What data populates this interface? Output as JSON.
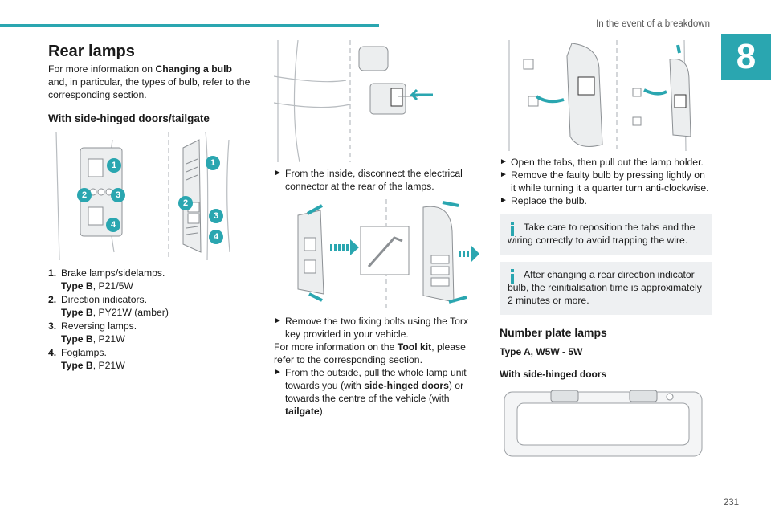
{
  "header": {
    "title": "In the event of a breakdown",
    "chapter": "8",
    "page": "231"
  },
  "col1": {
    "title": "Rear lamps",
    "intro_pre": "For more information on ",
    "intro_bold": "Changing a bulb",
    "intro_post": " and, in particular, the types of bulb, refer to the corresponding section.",
    "subheading": "With side-hinged doors/tailgate",
    "callouts": [
      "1",
      "2",
      "3",
      "4"
    ],
    "items": [
      {
        "num": "1.",
        "label": "Brake lamps/sidelamps.",
        "type": "Type B",
        "bulb": ", P21/5W"
      },
      {
        "num": "2.",
        "label": "Direction indicators.",
        "type": "Type B",
        "bulb": ", PY21W (amber)"
      },
      {
        "num": "3.",
        "label": "Reversing lamps.",
        "type": "Type B",
        "bulb": ", P21W"
      },
      {
        "num": "4.",
        "label": "Foglamps.",
        "type": "Type B",
        "bulb": ", P21W"
      }
    ]
  },
  "col2": {
    "step1": "From the inside, disconnect the electrical connector at the rear of the lamps.",
    "step2": "Remove the two fixing bolts using the Torx key provided in your vehicle.",
    "tool_pre": "For more information on the ",
    "tool_bold": "Tool kit",
    "tool_post": ", please refer to the corresponding section.",
    "step3_pre": "From the outside, pull the whole lamp unit towards you (with ",
    "step3_bold1": "side-hinged doors",
    "step3_mid": ") or towards the centre of the vehicle (with ",
    "step3_bold2": "tailgate",
    "step3_post": ")."
  },
  "col3": {
    "step1": "Open the tabs, then pull out the lamp holder.",
    "step2": "Remove the faulty bulb by pressing lightly on it while turning it a quarter turn anti-clockwise.",
    "step3": "Replace the bulb.",
    "info1": "Take care to reposition the tabs and the wiring correctly to avoid trapping the wire.",
    "info2": "After changing a rear direction indicator bulb, the reinitialisation time is approximately 2 minutes or more.",
    "section": "Number plate lamps",
    "type_line": "Type A, W5W - 5W",
    "sub": "With side-hinged doors"
  },
  "glyphs": {
    "arrow": "►"
  },
  "colors": {
    "accent": "#2aa6b0",
    "info_bg": "#eef0f2"
  }
}
